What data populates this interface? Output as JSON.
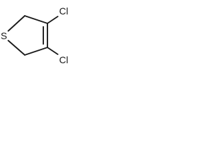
{
  "molecule": {
    "atoms": {
      "sulfur": "S",
      "chlorine_top": "Cl",
      "chlorine_bottom": "Cl"
    }
  }
}
